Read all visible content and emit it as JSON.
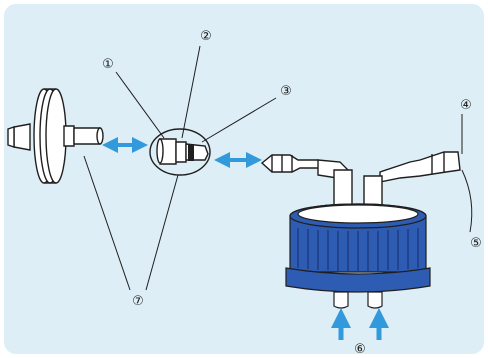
{
  "diagram": {
    "background_color": "#ddeef6",
    "outline_color": "#1f1f1f",
    "part_fill": "#ffffff",
    "cap_blue": "#2f5cb3",
    "cap_blue_dark": "#1f3f86",
    "arrow_color": "#3399dd",
    "callouts": [
      {
        "id": "c1",
        "label": "①"
      },
      {
        "id": "c2",
        "label": "②"
      },
      {
        "id": "c3",
        "label": "③"
      },
      {
        "id": "c4",
        "label": "④"
      },
      {
        "id": "c5",
        "label": "⑤"
      },
      {
        "id": "c6",
        "label": "⑥"
      },
      {
        "id": "c7",
        "label": "⑦"
      }
    ],
    "components": [
      {
        "name": "syringe-filter",
        "icon": "filter-disc-icon"
      },
      {
        "name": "adapter-connector",
        "icon": "connector-icon"
      },
      {
        "name": "o-ring",
        "icon": "ring-icon"
      },
      {
        "name": "twin-barb-fitting",
        "icon": "barb-fitting-icon"
      },
      {
        "name": "bottle-cap",
        "icon": "screw-cap-icon"
      }
    ]
  }
}
